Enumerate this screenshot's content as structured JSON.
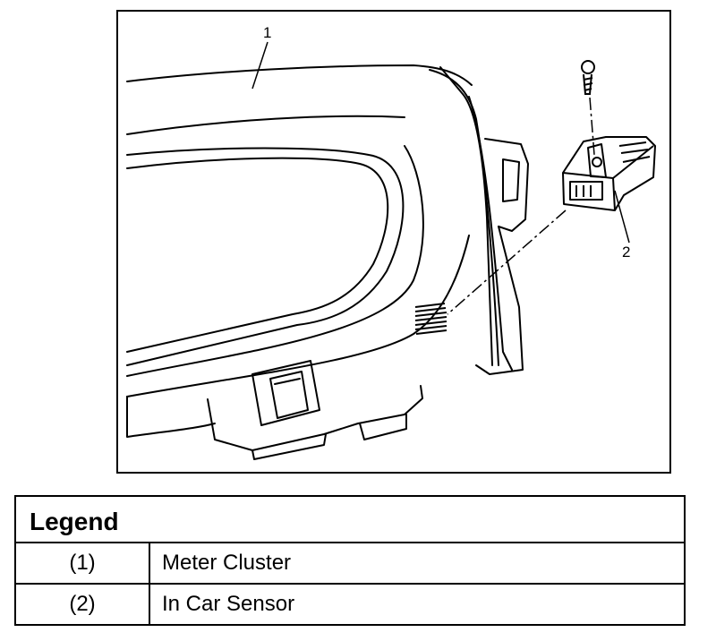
{
  "figure": {
    "callouts": [
      "1",
      "2"
    ]
  },
  "legend": {
    "title": "Legend",
    "rows": [
      {
        "num": "(1)",
        "desc": "Meter Cluster"
      },
      {
        "num": "(2)",
        "desc": "In Car Sensor"
      }
    ]
  }
}
